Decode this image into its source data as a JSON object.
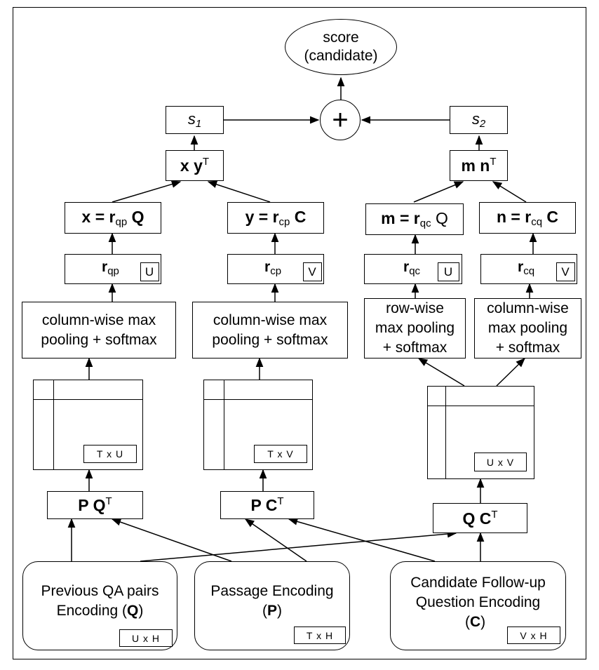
{
  "score": {
    "line1": "score",
    "line2": "(candidate)"
  },
  "plus": "+",
  "s1": {
    "base": "s",
    "sub": "1"
  },
  "s2": {
    "base": "s",
    "sub": "2"
  },
  "xyT": {
    "a": "x",
    "b": "y",
    "sup": "T"
  },
  "mnT": {
    "a": "m",
    "b": "n",
    "sup": "T"
  },
  "x_eq": {
    "lhs": "x",
    "eq": "=",
    "r": "r",
    "sub": "qp",
    "rhs": "Q"
  },
  "y_eq": {
    "lhs": "y",
    "eq": "=",
    "r": "r",
    "sub": "cp",
    "rhs": "C"
  },
  "m_eq": {
    "lhs": "m",
    "eq": "=",
    "r": "r",
    "sub": "qc",
    "rhs": "Q"
  },
  "n_eq": {
    "lhs": "n",
    "eq": "=",
    "r": "r",
    "sub": "cq",
    "rhs": "C"
  },
  "r_qp": {
    "r": "r",
    "sub": "qp",
    "tag": "U"
  },
  "r_cp": {
    "r": "r",
    "sub": "cp",
    "tag": "V"
  },
  "r_qc": {
    "r": "r",
    "sub": "qc",
    "tag": "U"
  },
  "r_cq": {
    "r": "r",
    "sub": "cq",
    "tag": "V"
  },
  "pool1": {
    "line1": "column-wise max",
    "line2": "pooling + softmax"
  },
  "pool2": {
    "line1": "column-wise max",
    "line2": "pooling + softmax"
  },
  "pool3": {
    "line1": "row-wise",
    "line2": "max pooling",
    "line3": "+ softmax"
  },
  "pool4": {
    "line1": "column-wise",
    "line2": "max pooling",
    "line3": "+ softmax"
  },
  "mat1": {
    "tag": "T x U"
  },
  "mat2": {
    "tag": "T x V"
  },
  "mat3": {
    "tag": "U x V"
  },
  "pqT": {
    "a": "P",
    "b": "Q",
    "sup": "T"
  },
  "pcT": {
    "a": "P",
    "b": "C",
    "sup": "T"
  },
  "qcT": {
    "a": "Q",
    "b": "C",
    "sup": "T"
  },
  "enc_q": {
    "line1": "Previous QA pairs",
    "line2": "Encoding (",
    "bold": "Q",
    "close": ")",
    "tag": "U x H"
  },
  "enc_p": {
    "line1": "Passage Encoding",
    "open": "(",
    "bold": "P",
    "close": ")",
    "tag": "T x H"
  },
  "enc_c": {
    "line1": "Candidate Follow-up",
    "line2": "Question Encoding",
    "open": "(",
    "bold": "C",
    "close": ")",
    "tag": "V x H"
  }
}
